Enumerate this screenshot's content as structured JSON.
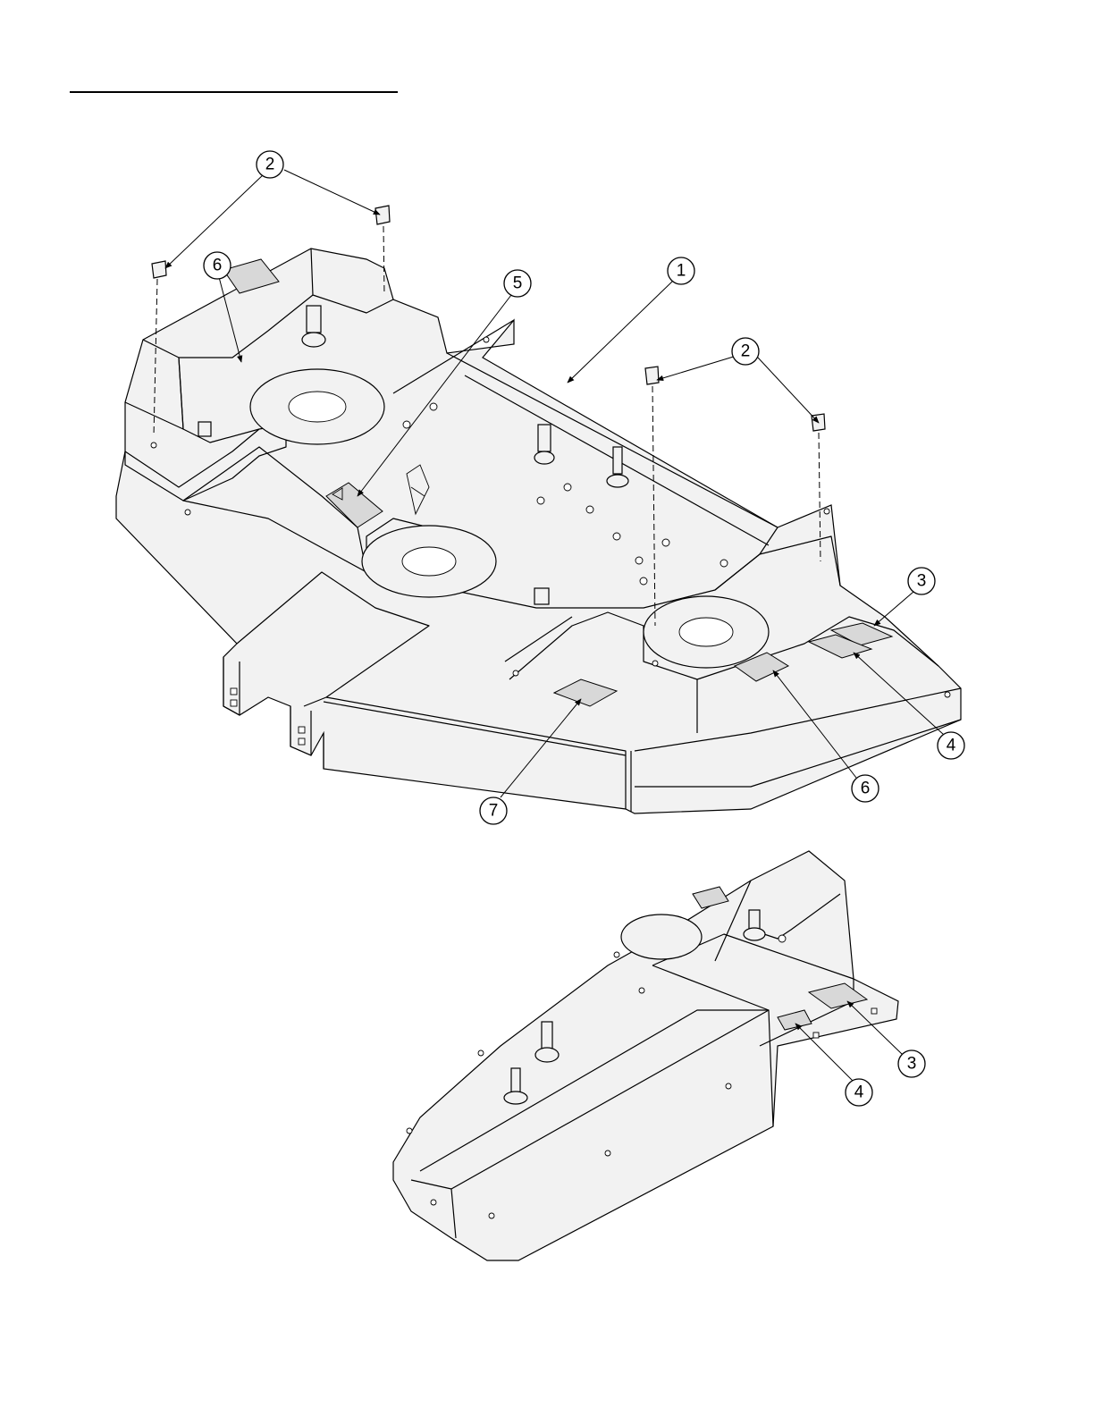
{
  "callouts": [
    {
      "label": "2"
    },
    {
      "label": "6"
    },
    {
      "label": "5"
    },
    {
      "label": "1"
    },
    {
      "label": "2"
    },
    {
      "label": "3"
    },
    {
      "label": "4"
    },
    {
      "label": "6"
    },
    {
      "label": "7"
    },
    {
      "label": "4"
    },
    {
      "label": "3"
    }
  ],
  "colors": {
    "line": "#000000",
    "decal": "#d8d8d8",
    "background": "#ffffff"
  }
}
